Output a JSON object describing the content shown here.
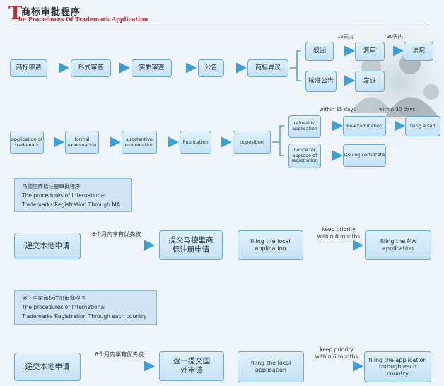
{
  "header": {
    "title_zh": "商标审批程序",
    "initial": "T",
    "title_en": "he Procedures Of Trademark Application"
  },
  "flow_zh": {
    "steps": [
      "商标申请",
      "形式审查",
      "实质审查",
      "公告",
      "商标异议"
    ],
    "branch_top": [
      "驳回",
      "复审",
      "法院"
    ],
    "branch_bottom": [
      "核准公告",
      "发证"
    ],
    "days_15": "15天内",
    "days_30": "30天内"
  },
  "flow_en": {
    "steps": [
      "application of trademark",
      "formal examination",
      "substantive examination",
      "Publication",
      "opposition"
    ],
    "branch_top": [
      "refusal to application",
      "Re-examination",
      "filing a suit"
    ],
    "branch_bottom": [
      "notice for approve of registration",
      "issuing certificate"
    ],
    "days_15": "within 15 days",
    "days_30": "within 30 days"
  },
  "madrid": {
    "note_zh": "马德里商标注册审批程序",
    "note_en1": "The procedures of International",
    "note_en2": "Trademarks Registration Through MA",
    "box1": "递交本地申请",
    "label_zh": "6个月内享有优先权",
    "box2": "提交马德里商标注册申请",
    "box3": "filing the local application",
    "label_en": "keep priority within 6 months",
    "box4": "filing the MA application"
  },
  "country": {
    "note_zh": "逐一国家商标注册审批程序",
    "note_en1": "The procedures of International",
    "note_en2": "Trademarks Registration Through each country",
    "box1": "递交本地申请",
    "label_zh": "6个月内享有优先权",
    "box2": "逐一提交国外申请",
    "box3": "filing the local application",
    "label_en": "keep priority within 6 months",
    "box4": "filing the application through each country"
  },
  "colors": {
    "accent": "#c1272d",
    "arrow": "#3aa0d8",
    "box_border": "#6aa8cf"
  }
}
